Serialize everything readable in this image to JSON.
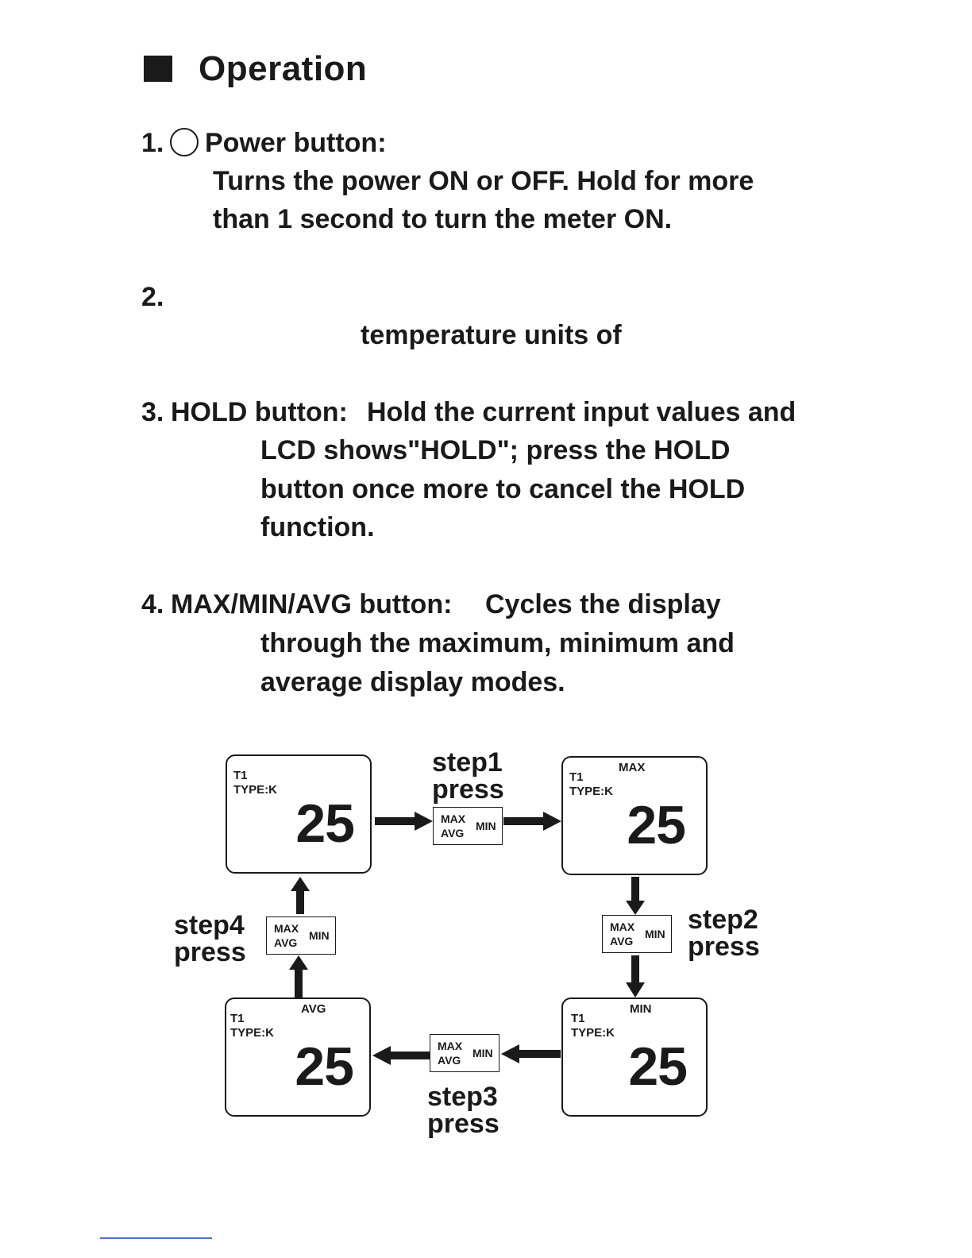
{
  "heading": "Operation",
  "items": {
    "power": {
      "number": "1.",
      "label": "Power button:",
      "desc_line1": "Turns the power ON or OFF. Hold for more",
      "desc_line2": "than 1 second to turn the meter ON."
    },
    "units": {
      "number": "2.",
      "desc_line2": "temperature units of"
    },
    "hold": {
      "number": "3.",
      "label": "HOLD button:",
      "desc_line1": "Hold the current input values and",
      "desc_line2": "LCD shows\"HOLD\"; press the HOLD",
      "desc_line3": "button once more to cancel the HOLD",
      "desc_line4": "function."
    },
    "maxminavg": {
      "number": "4.",
      "label": "MAX/MIN/AVG button:",
      "desc_line1": "Cycles the display",
      "desc_line2": "through the maximum, minimum and",
      "desc_line3": "average display modes."
    }
  },
  "diagram": {
    "lcd_common": {
      "channel": "T1",
      "type": "TYPE:K",
      "value": "25"
    },
    "lcd_modes": {
      "normal": "",
      "max": "MAX",
      "min": "MIN",
      "avg": "AVG"
    },
    "button": {
      "max": "MAX",
      "avg": "AVG",
      "min": "MIN"
    },
    "steps": {
      "step1": "step1",
      "step2": "step2",
      "step3": "step3",
      "step4": "step4",
      "press": "press"
    }
  }
}
